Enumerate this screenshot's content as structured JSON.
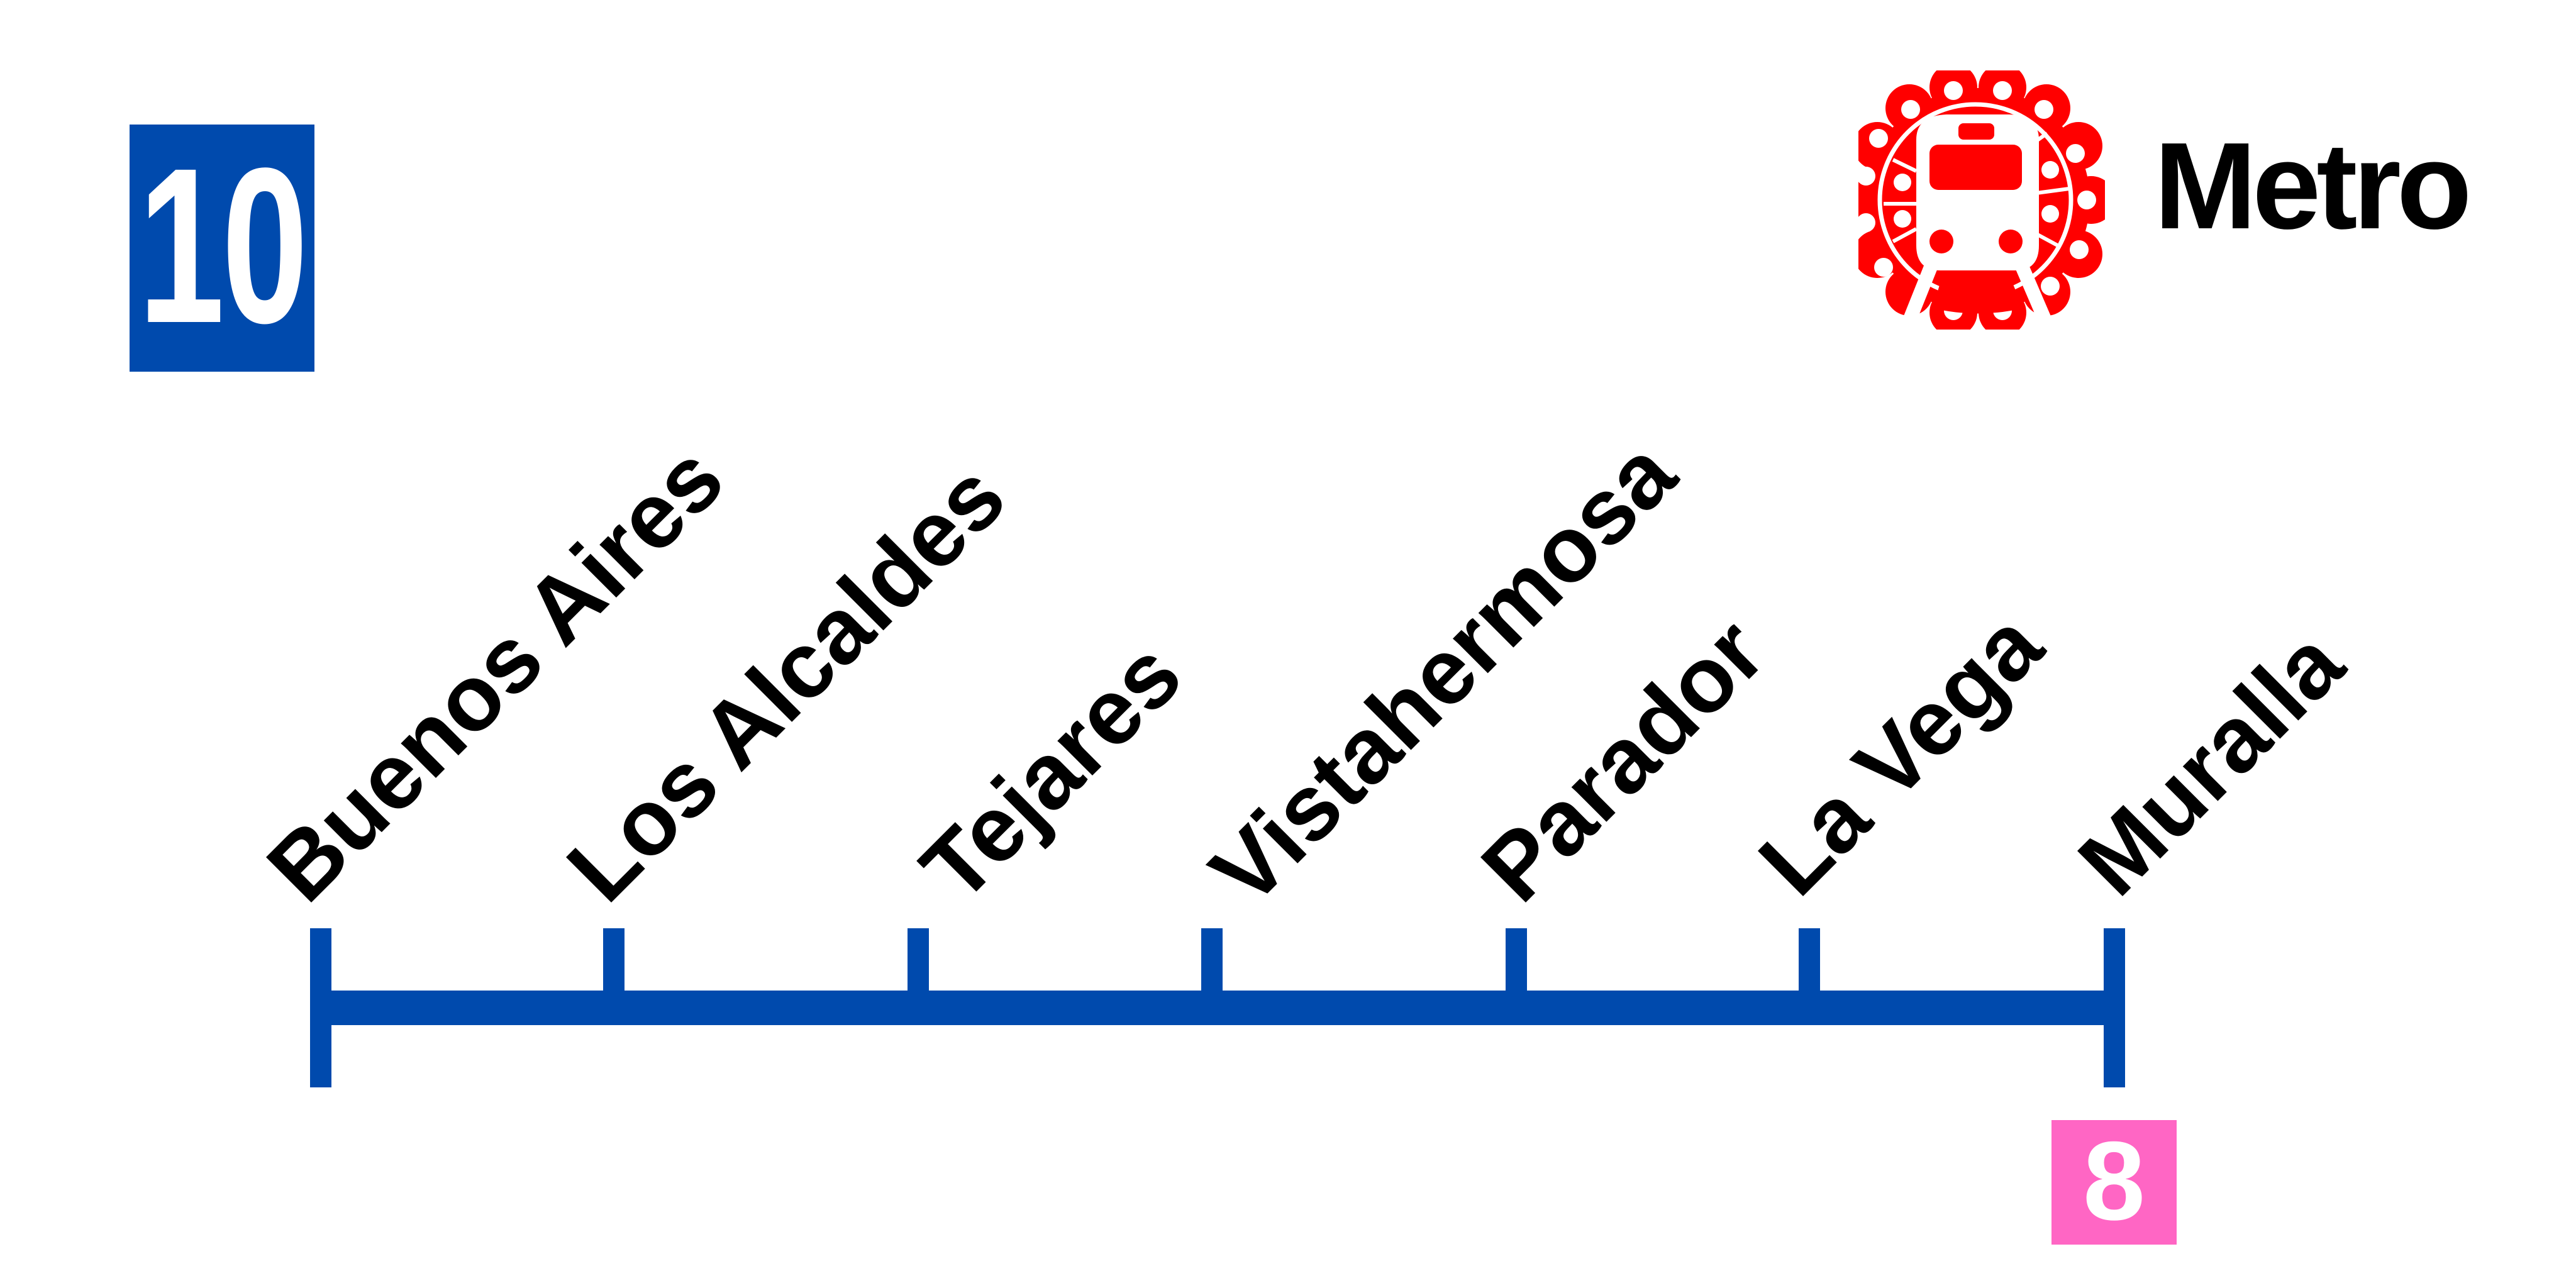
{
  "line": {
    "number": "10",
    "color": "#004AAD"
  },
  "brand": {
    "name": "Metro",
    "logo_icon": "metro-train-emblem-icon",
    "logo_color": "#FF0000"
  },
  "stations": [
    {
      "name": "Buenos Aires",
      "terminus": true
    },
    {
      "name": "Los Alcaldes",
      "terminus": false
    },
    {
      "name": "Tejares",
      "terminus": false
    },
    {
      "name": "Vistahermosa",
      "terminus": false
    },
    {
      "name": "Parador",
      "terminus": false
    },
    {
      "name": "La Vega",
      "terminus": false
    },
    {
      "name": "Muralla",
      "terminus": true
    }
  ],
  "transfers": [
    {
      "station": "Muralla",
      "line": "8",
      "color": "#FF66C4"
    }
  ]
}
